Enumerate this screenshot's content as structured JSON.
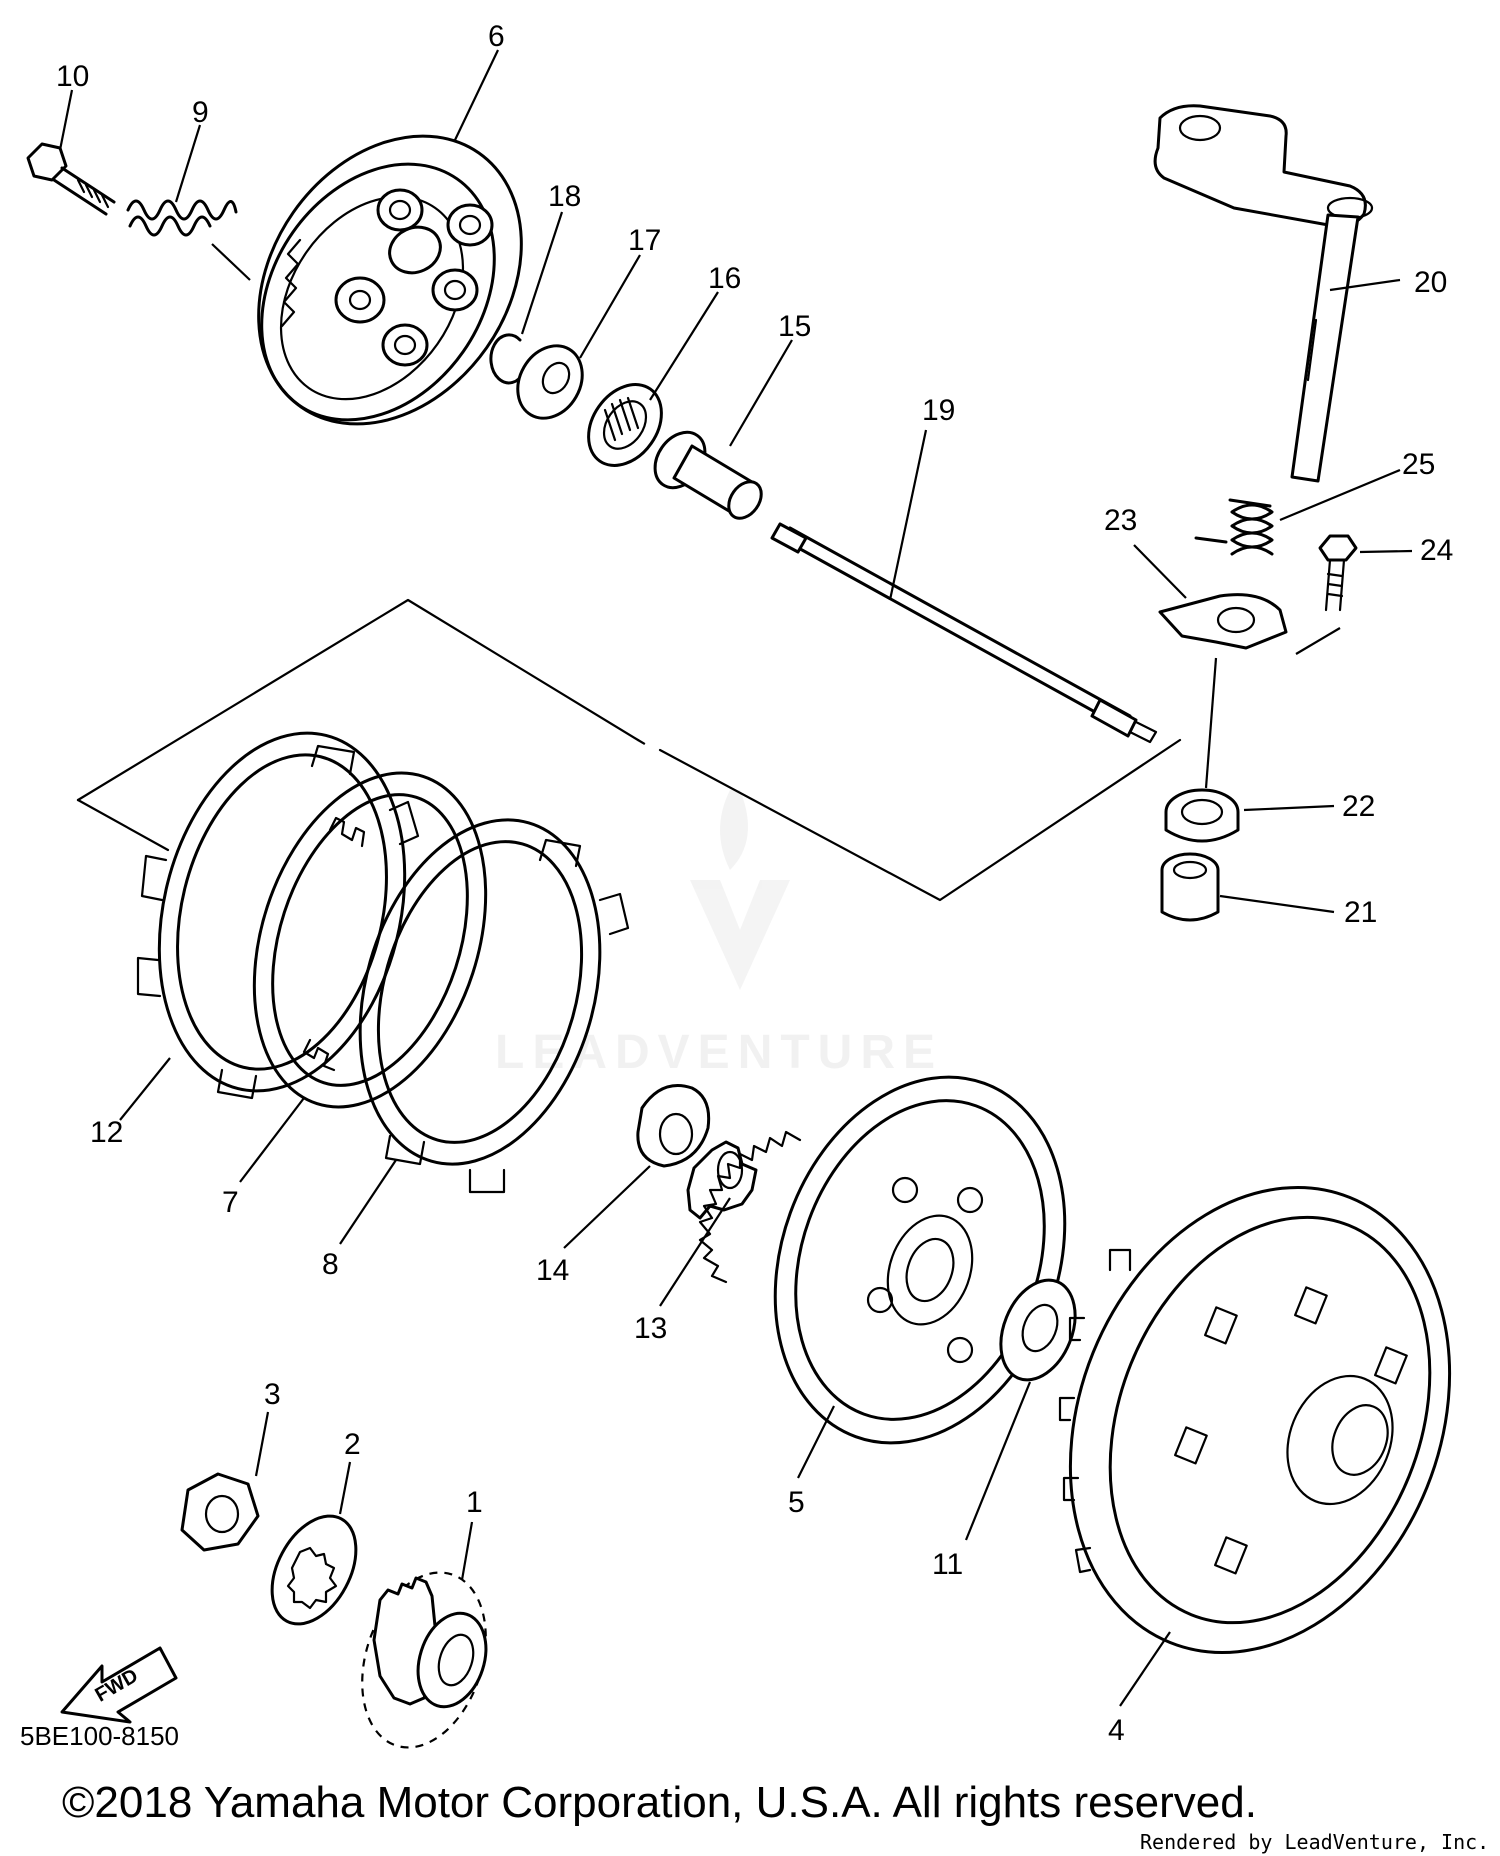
{
  "diagram_code": "5BE100-8150",
  "copyright": "©2018 Yamaha Motor Corporation, U.S.A. All rights reserved.",
  "rendered_by": "Rendered by LeadVenture, Inc.",
  "watermark": "LEADVENTURE",
  "fwd_label": "FWD",
  "callouts": {
    "c1": "1",
    "c2": "2",
    "c3": "3",
    "c4": "4",
    "c5": "5",
    "c6": "6",
    "c7": "7",
    "c8": "8",
    "c9": "9",
    "c10": "10",
    "c11": "11",
    "c12": "12",
    "c13": "13",
    "c14": "14",
    "c15": "15",
    "c16": "16",
    "c17": "17",
    "c18": "18",
    "c19": "19",
    "c20": "20",
    "c21": "21",
    "c22": "22",
    "c23": "23",
    "c24": "24",
    "c25": "25"
  }
}
